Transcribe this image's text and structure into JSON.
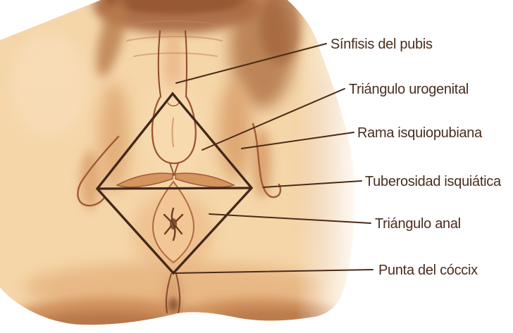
{
  "figure": {
    "labels": [
      {
        "text": "Sínfisis del pubis"
      },
      {
        "text": "Triángulo urogenital"
      },
      {
        "text": "Rama isquiopubiana"
      },
      {
        "text": "Tuberosidad isquiática"
      },
      {
        "text": "Triángulo anal"
      },
      {
        "text": "Punta del cóccix"
      }
    ],
    "colors": {
      "background": "#ffffff",
      "skin_light": "#f5d6a9",
      "skin_mid": "#e8b480",
      "skin_shadow": "#cf8d5b",
      "skin_deep": "#a2613a",
      "anatomy_outline": "#9c5434",
      "overlay_line": "#43281a",
      "leader_line": "#4a2b18",
      "label_text": "#4a2d1e"
    }
  }
}
